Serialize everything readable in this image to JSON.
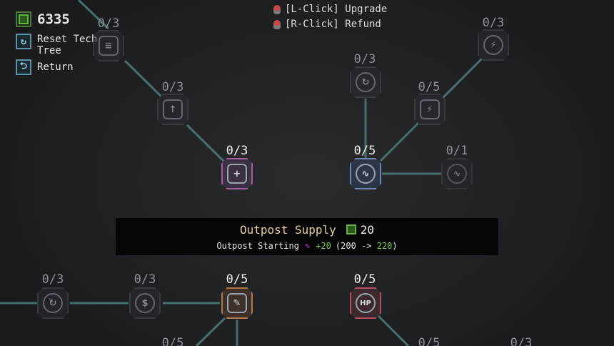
{
  "hud": {
    "currency_value": "6335",
    "reset_label": "Reset Tech Tree",
    "return_label": "Return"
  },
  "hints": {
    "upgrade": "[L-Click] Upgrade",
    "refund": "[R-Click] Refund"
  },
  "nodes": [
    {
      "id": "storage",
      "level": "0/3",
      "icon": "storage-upgrade-icon",
      "glyph": "≡"
    },
    {
      "id": "boost",
      "level": "0/3",
      "icon": "upgrade-arrow-icon",
      "glyph": "↑"
    },
    {
      "id": "medkit",
      "level": "0/3",
      "icon": "medkit-icon",
      "glyph": "+"
    },
    {
      "id": "top-energy",
      "level": "0/3",
      "icon": "energy-icon",
      "glyph": "⚡"
    },
    {
      "id": "cycle-top",
      "level": "0/3",
      "icon": "cycle-icon",
      "glyph": "↻"
    },
    {
      "id": "battery",
      "level": "0/5",
      "icon": "battery-charge-icon",
      "glyph": "⚡"
    },
    {
      "id": "pulse",
      "level": "0/5",
      "icon": "pulse-upgrade-icon",
      "glyph": "∿"
    },
    {
      "id": "pulse-side",
      "level": "0/1",
      "icon": "pulse-icon",
      "glyph": "∿"
    },
    {
      "id": "cycle-left",
      "level": "0/3",
      "icon": "refresh-icon",
      "glyph": "↻"
    },
    {
      "id": "money",
      "level": "0/3",
      "icon": "money-icon",
      "glyph": "$"
    },
    {
      "id": "supply",
      "level": "0/5",
      "icon": "supply-feather-icon",
      "glyph": "✎"
    },
    {
      "id": "hp",
      "level": "0/5",
      "icon": "hp-icon",
      "glyph": "HP"
    },
    {
      "id": "bottom-1",
      "level": "0/5"
    },
    {
      "id": "bottom-2",
      "level": "0/5"
    },
    {
      "id": "bottom-3",
      "level": "0/3"
    }
  ],
  "tooltip": {
    "title": "Outpost Supply",
    "cost": "20",
    "stat_label": "Outpost Starting",
    "delta": "+20",
    "from_text": "(200 ->",
    "to_value": "220",
    "close_paren": ")"
  },
  "colors": {
    "background": "#1f2124",
    "link": "#4a6e70",
    "chip": "#66b04a",
    "positive": "#7ad04a",
    "tooltip_title": "#e7cf9c"
  }
}
